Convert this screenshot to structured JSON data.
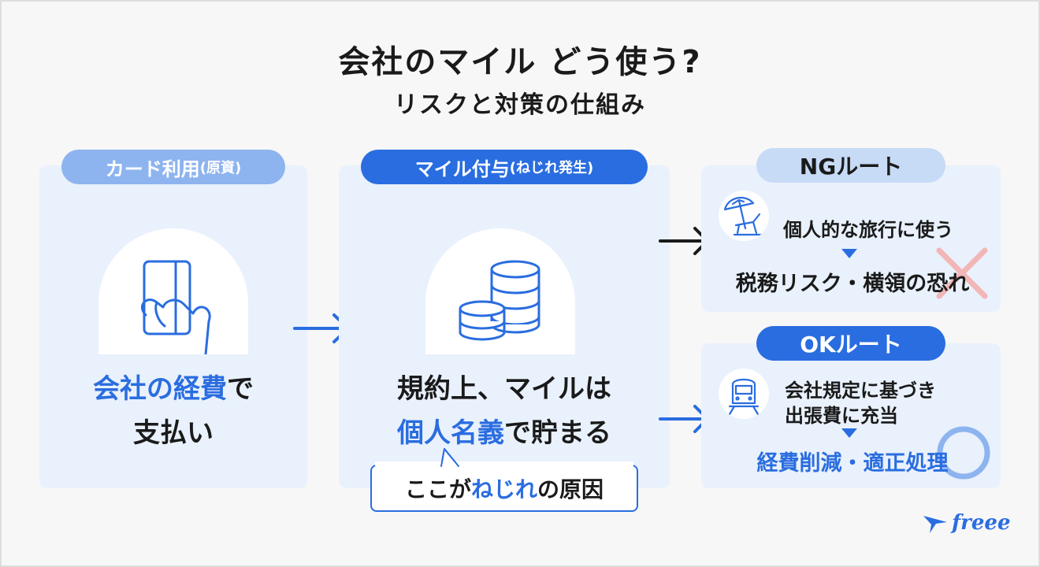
{
  "header": {
    "title": "会社のマイル どう使う?",
    "subtitle": "リスクと対策の仕組み"
  },
  "step1": {
    "label_main": "カード利用",
    "label_sub": "(原資)",
    "text_line1_blue": "会社の経費",
    "text_line1_rest": "で",
    "text_line2": "支払い"
  },
  "step2": {
    "label_main": "マイル付与",
    "label_sub": "(ねじれ発生)",
    "text_line1": "規約上、マイルは",
    "text_line2_blue": "個人名義",
    "text_line2_rest": "で貯まる",
    "bubble_a": "ここが",
    "bubble_blue": "ねじれ",
    "bubble_b": "の原因"
  },
  "ng": {
    "label": "NGルート",
    "line1": "個人的な旅行に使う",
    "line2": "税務リスク・横領の恐れ"
  },
  "ok": {
    "label": "OKルート",
    "line1": "会社規定に基づき",
    "line2": "出張費に充当",
    "line3": "経費削減・適正処理"
  },
  "logo": {
    "text": "freee"
  },
  "colors": {
    "accent": "#2a6de0",
    "panel": "#e9f1fc",
    "pill_light": "#8eb4ef",
    "pill_pale": "#c7daf6",
    "cross": "#f2b6b6",
    "ring": "#8eb4ef"
  }
}
